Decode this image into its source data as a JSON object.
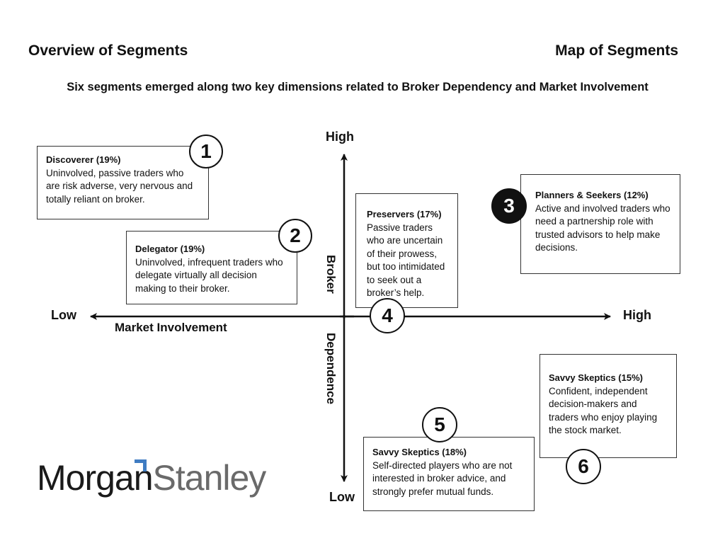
{
  "header": {
    "left_title": "Overview of Segments",
    "right_title": "Map of Segments",
    "subtitle": "Six segments emerged along two key dimensions related to Broker Dependency and Market Involvement"
  },
  "axes": {
    "x_title": "Market Involvement",
    "x_low": "Low",
    "x_high": "High",
    "y_title_top": "Broker",
    "y_title_bottom": "Dependence",
    "y_high": "High",
    "y_low": "Low"
  },
  "segments": [
    {
      "number": "1",
      "name": "Discoverer (19%)",
      "description": "Uninvolved, passive traders who are risk adverse, very nervous and totally reliant on broker."
    },
    {
      "number": "2",
      "name": "Delegator (19%)",
      "description": "Uninvolved, infrequent traders who delegate virtually all decision making to their broker."
    },
    {
      "number": "3",
      "name": "Planners & Seekers (12%)",
      "description": "Active and involved traders who need a partnership role with trusted advisors to help make decisions."
    },
    {
      "number": "4",
      "name": "Preservers (17%)",
      "description": "Passive traders who are uncertain of their prowess, but too intimidated to seek out a broker’s help."
    },
    {
      "number": "5",
      "name": "Savvy Skeptics (18%)",
      "description": "Self-directed players who are not interested in broker advice, and strongly prefer mutual funds."
    },
    {
      "number": "6",
      "name": "Savvy Skeptics (15%)",
      "description": "Confident, independent decision-makers and traders who enjoy playing the stock market."
    }
  ],
  "logo": {
    "part1": "Morgan",
    "part2": "Stanley"
  },
  "colors": {
    "ink": "#111111",
    "logo_gray": "#6a6a6a",
    "logo_blue": "#3f7cc2"
  }
}
